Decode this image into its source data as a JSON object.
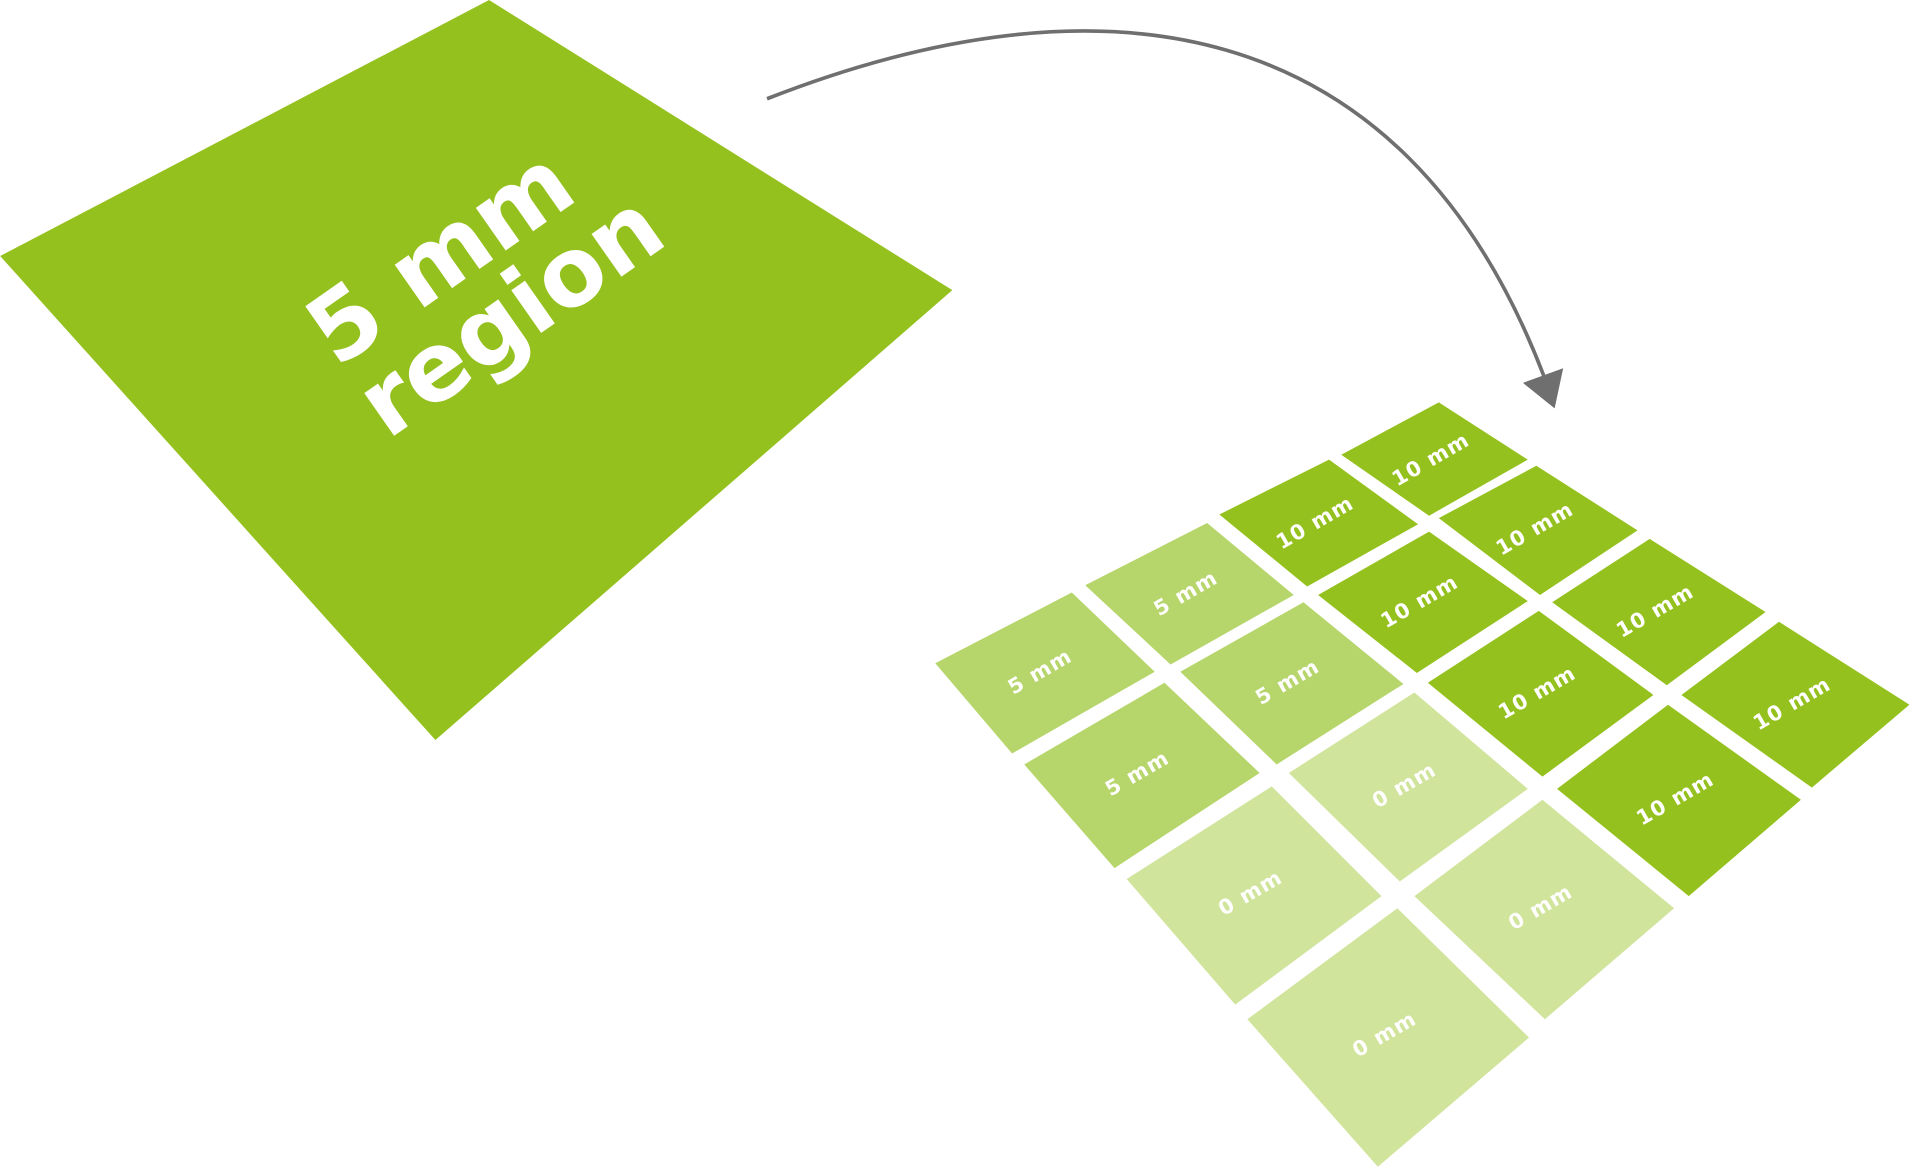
{
  "region": {
    "line1": "5 mm",
    "line2": "region",
    "color": "#95c11f"
  },
  "arrow": {
    "color": "#6f6f6f"
  },
  "colors": {
    "10 mm": "#95c11f",
    "5 mm": "#b6d56a",
    "0 mm": "#d1e49c"
  },
  "grid": {
    "tiles": [
      {
        "label": "10 mm"
      },
      {
        "label": "10 mm"
      },
      {
        "label": "10 mm"
      },
      {
        "label": "5 mm"
      },
      {
        "label": "10 mm"
      },
      {
        "label": "10 mm"
      },
      {
        "label": "5 mm"
      },
      {
        "label": "5 mm"
      },
      {
        "label": "10 mm"
      },
      {
        "label": "10 mm"
      },
      {
        "label": "5 mm"
      },
      {
        "label": "0 mm"
      },
      {
        "label": "10 mm"
      },
      {
        "label": "0 mm"
      },
      {
        "label": "0 mm"
      },
      {
        "label": "0 mm"
      }
    ]
  }
}
